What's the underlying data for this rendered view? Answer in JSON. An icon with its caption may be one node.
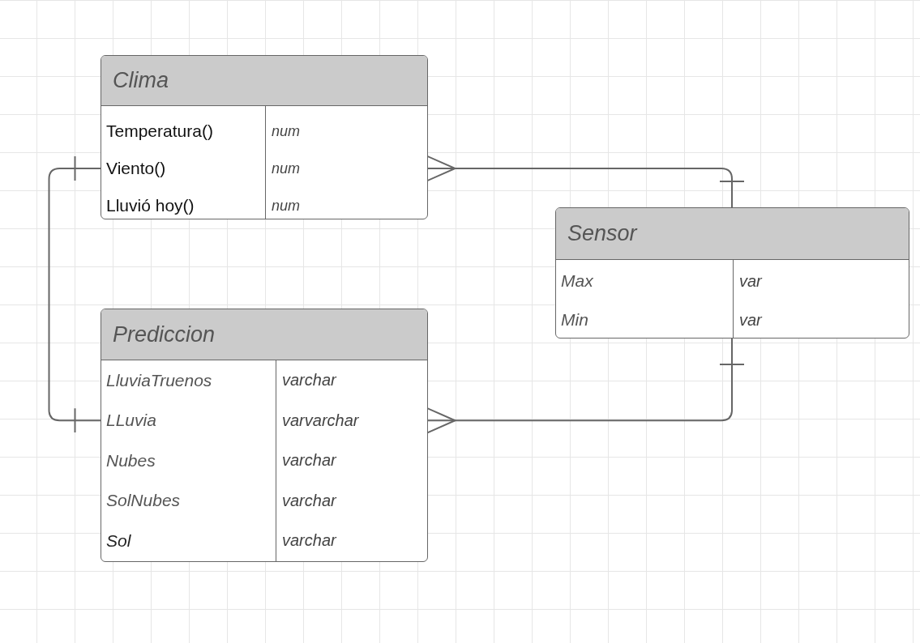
{
  "diagram": {
    "nodes": [
      {
        "text": [
          "Clima"
        ]
      },
      {
        "text": [
          "Temperatura()",
          "num"
        ],
        "in": 0
      },
      {
        "text": [
          "Viento()",
          "num"
        ],
        "in": 0
      },
      {
        "text": [
          "Lluvió hoy()",
          "num"
        ],
        "in": 0
      },
      {
        "text": [
          "Sensor"
        ]
      },
      {
        "text": [
          "Max",
          "var"
        ],
        "in": 4
      },
      {
        "text": [
          "Min",
          "var"
        ],
        "in": 4
      },
      {
        "text": [
          "Prediccion"
        ]
      },
      {
        "text": [
          "LluviaTruenos",
          "varchar"
        ],
        "in": 7
      },
      {
        "text": [
          "LLuvia",
          "varvarchar"
        ],
        "in": 7
      },
      {
        "text": [
          "Nubes",
          "varchar"
        ],
        "in": 7
      },
      {
        "text": [
          "SolNubes",
          "varchar"
        ],
        "in": 7
      },
      {
        "text": [
          "Sol",
          "varchar"
        ],
        "in": 7
      }
    ],
    "edges": [
      {
        "from": 2,
        "to": 4,
        "arrow": "other"
      },
      {
        "from": 2,
        "to": 9,
        "arrow": "other"
      },
      {
        "from": 9,
        "to": 4,
        "arrow": "other"
      }
    ]
  }
}
